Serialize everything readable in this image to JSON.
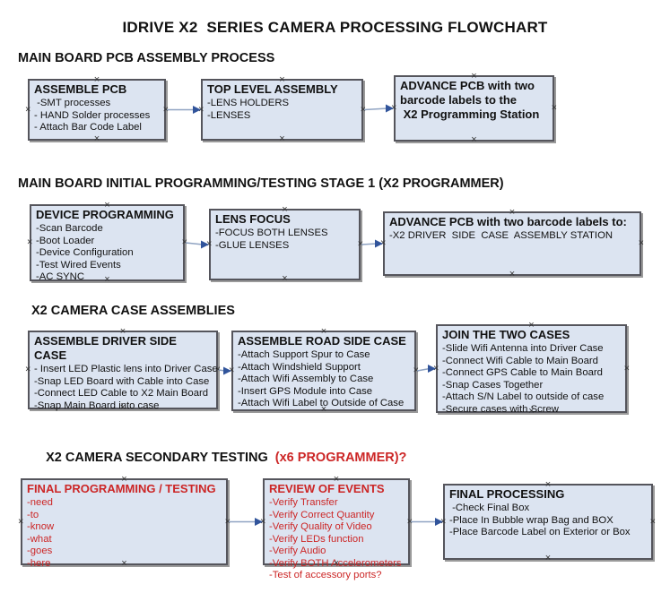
{
  "title": "IDRIVE X2  SERIES CAMERA PROCESSING FLOWCHART",
  "handle_glyph": "×",
  "colors": {
    "box_fill": "#dce4f1",
    "box_border": "#55555c",
    "connector_line": "#8fa3c2",
    "connector_arrowhead": "#31549b",
    "alert_red": "#cc2626"
  },
  "sections": [
    {
      "header": "MAIN BOARD PCB ASSEMBLY PROCESS",
      "boxes": [
        {
          "id": "r1b1",
          "title": "ASSEMBLE PCB",
          "items": [
            " -SMT processes",
            "- HAND Solder processes",
            "- Attach Bar Code Label"
          ]
        },
        {
          "id": "r1b2",
          "title": "TOP LEVEL ASSEMBLY",
          "items": [
            "-LENS HOLDERS",
            "-LENSES"
          ]
        },
        {
          "id": "r1b3",
          "title": "ADVANCE PCB with two\nbarcode labels to the\n X2 Programming Station",
          "items": []
        }
      ]
    },
    {
      "header": "MAIN BOARD INITIAL PROGRAMMING/TESTING STAGE 1 (X2 PROGRAMMER)",
      "boxes": [
        {
          "id": "r2b1",
          "title": "DEVICE PROGRAMMING",
          "items": [
            "-Scan Barcode",
            "-Boot Loader",
            "-Device Configuration",
            "-Test Wired Events",
            "-AC SYNC"
          ]
        },
        {
          "id": "r2b2",
          "title": "LENS FOCUS",
          "items": [
            "-FOCUS BOTH LENSES",
            "-GLUE LENSES"
          ]
        },
        {
          "id": "r2b3",
          "title": "ADVANCE PCB with two barcode labels to:",
          "items": [
            "-X2 DRIVER  SIDE  CASE  ASSEMBLY STATION"
          ]
        }
      ]
    },
    {
      "header": "X2 CAMERA CASE ASSEMBLIES",
      "boxes": [
        {
          "id": "r3b1",
          "title": "ASSEMBLE DRIVER SIDE CASE",
          "items": [
            "- Insert LED Plastic lens into Driver Case",
            "-Snap LED Board with Cable into Case",
            "-Connect LED Cable to X2 Main Board",
            "-Snap Main Board into case"
          ]
        },
        {
          "id": "r3b2",
          "title": "ASSEMBLE ROAD SIDE CASE",
          "items": [
            "-Attach Support Spur to Case",
            "-Attach Windshield Support",
            "-Attach Wifi Assembly to Case",
            "-Insert GPS Module into Case",
            "-Attach Wifi Label to Outside of Case"
          ]
        },
        {
          "id": "r3b3",
          "title": "JOIN THE TWO CASES",
          "items": [
            "-Slide Wifi Antenna into Driver Case",
            "-Connect Wifi Cable to Main Board",
            "-Connect GPS Cable to Main Board",
            "-Snap Cases Together",
            "-Attach S/N Label to outside of case",
            "-Secure cases with Screw"
          ]
        }
      ]
    },
    {
      "header": "X2 CAMERA SECONDARY TESTING",
      "header_suffix": "  (x6 PROGRAMMER)?",
      "boxes": [
        {
          "id": "r4b1",
          "title": "FINAL PROGRAMMING / TESTING",
          "accent": "red",
          "items": [
            "-need",
            "-to",
            "-know",
            "-what",
            "-goes",
            "-here"
          ]
        },
        {
          "id": "r4b2",
          "title": "REVIEW OF EVENTS",
          "accent": "red",
          "items": [
            "-Verify Transfer",
            "-Verify Correct Quantity",
            "-Verify Quality of Video",
            "-Verify LEDs function",
            "-Verify Audio",
            "-Verify BOTH Accelerometers",
            "-Test of accessory ports?"
          ]
        },
        {
          "id": "r4b3",
          "title": "FINAL PROCESSING",
          "items": [
            " -Check Final Box",
            "-Place In Bubble wrap Bag and BOX",
            "-Place Barcode Label on Exterior or Box"
          ]
        }
      ]
    }
  ],
  "connections": [
    {
      "from": "r1b1",
      "to": "r1b2"
    },
    {
      "from": "r1b2",
      "to": "r1b3"
    },
    {
      "from": "r2b1",
      "to": "r2b2"
    },
    {
      "from": "r2b2",
      "to": "r2b3"
    },
    {
      "from": "r3b1",
      "to": "r3b2"
    },
    {
      "from": "r3b2",
      "to": "r3b3"
    },
    {
      "from": "r4b1",
      "to": "r4b2"
    },
    {
      "from": "r4b2",
      "to": "r4b3"
    }
  ]
}
